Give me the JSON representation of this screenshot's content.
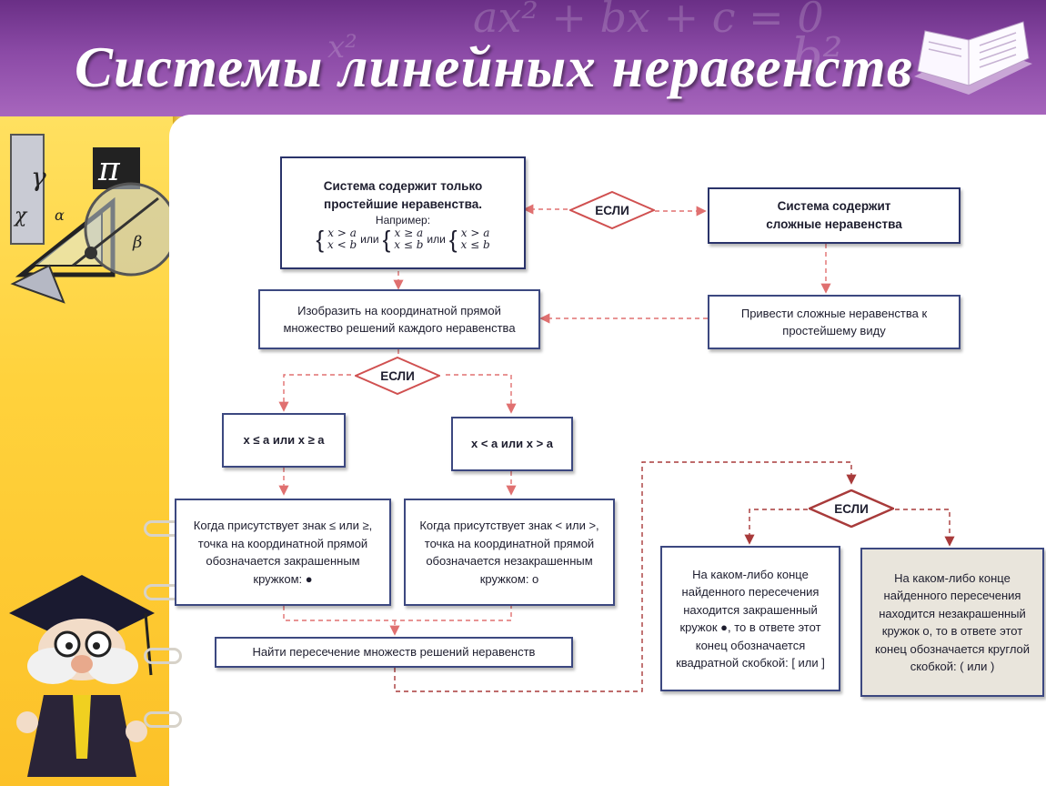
{
  "header": {
    "title": "Системы линейных неравенств",
    "background_formula": "ax² + bx + c = 0",
    "background_formula_2": "x²",
    "background_formula_3": "b²"
  },
  "theme": {
    "header_color": "#8b4aa6",
    "sidebar_color": "#ffd23c",
    "box_border": "#3c4880",
    "arrow_color": "#e07070",
    "dashed_brown": "#b04040"
  },
  "flowchart": {
    "simple_box": {
      "title": "Система содержит только простейшие неравенства.",
      "example_label": "Например:",
      "ex1_top": "x > a",
      "ex1_bottom": "x < b",
      "or1": "или",
      "ex2_top": "x ≥ a",
      "ex2_bottom": "x ≤ b",
      "or2": "или",
      "ex3_top": "x > a",
      "ex3_bottom": "x ≤ b"
    },
    "if_top": "ЕСЛИ",
    "complex_box": "Система содержит сложные неравенства",
    "reduce_box": "Привести сложные неравенства к простейшему виду",
    "draw_box": "Изобразить на координатной прямой множество решений каждого неравенства",
    "if_middle": "ЕСЛИ",
    "nonstrict_box": "x ≤ a или x ≥ a",
    "strict_box": "x < a или x > a",
    "filled_box": "Когда присутствует знак ≤ или ≥, точка на координатной прямой обозначается закрашенным кружком: ●",
    "hollow_box": "Когда присутствует знак < или >, точка на координатной прямой обозначается незакрашенным кружком: o",
    "intersect_box": "Найти пересечение множеств решений неравенств",
    "if_right": "ЕСЛИ",
    "square_box": "На каком-либо конце найденного пересечения находится закрашенный кружок ●, то в ответе этот конец обозначается квадратной скобкой: [ или ]",
    "round_box": "На каком-либо конце найденного пересечения находится незакрашенный кружок o, то в ответе этот конец обозначается круглой скобкой: ( или )"
  }
}
